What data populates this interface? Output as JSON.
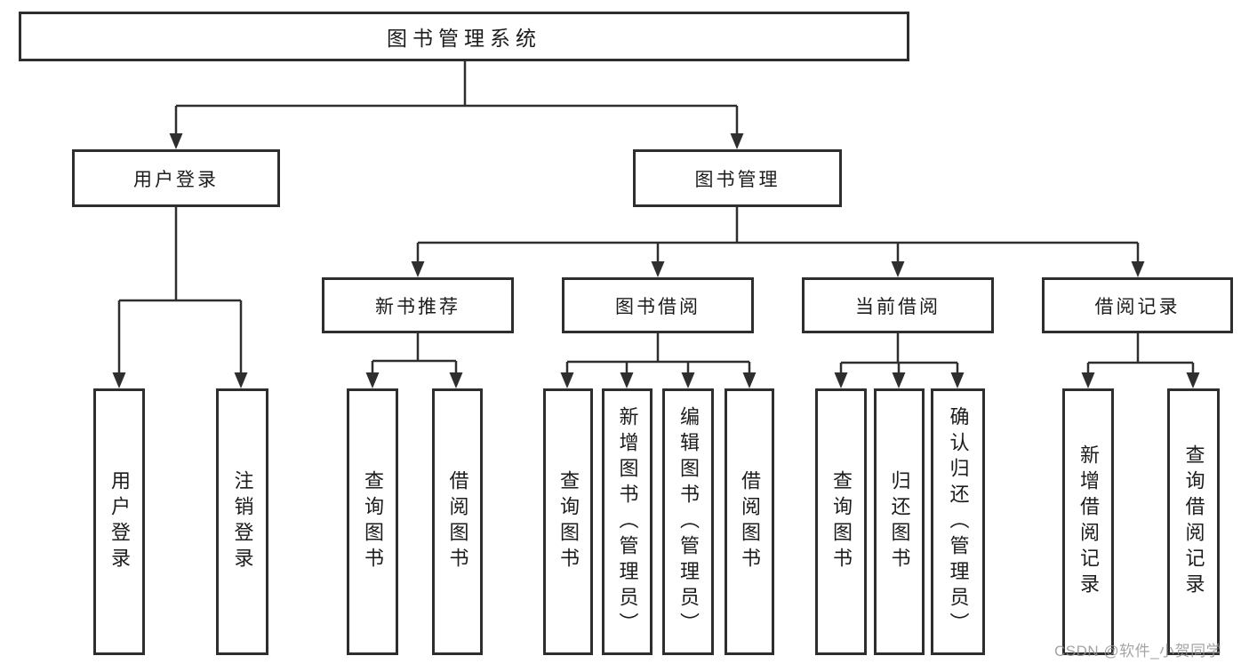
{
  "diagram_title": "图书管理系统",
  "tree": {
    "label": "图书管理系统",
    "children": [
      {
        "label": "用户登录",
        "children": [
          {
            "label": "用户登录"
          },
          {
            "label": "注销登录"
          }
        ]
      },
      {
        "label": "图书管理",
        "children": [
          {
            "label": "新书推荐",
            "children": [
              {
                "label": "查询图书"
              },
              {
                "label": "借阅图书"
              }
            ]
          },
          {
            "label": "图书借阅",
            "children": [
              {
                "label": "查询图书"
              },
              {
                "label": "新增图书（管理员）"
              },
              {
                "label": "编辑图书（管理员）"
              },
              {
                "label": "借阅图书"
              }
            ]
          },
          {
            "label": "当前借阅",
            "children": [
              {
                "label": "查询图书"
              },
              {
                "label": "归还图书"
              },
              {
                "label": "确认归还（管理员）"
              }
            ]
          },
          {
            "label": "借阅记录",
            "children": [
              {
                "label": "新增借阅记录"
              },
              {
                "label": "查询借阅记录"
              }
            ]
          }
        ]
      }
    ]
  },
  "watermark": {
    "text": "CSDN @软件_小贺同学"
  },
  "colors": {
    "line": "#2e2e2e",
    "box_border": "#2e2e2e",
    "text": "#1c1c1c",
    "background": "#ffffff",
    "watermark": "#949494"
  }
}
